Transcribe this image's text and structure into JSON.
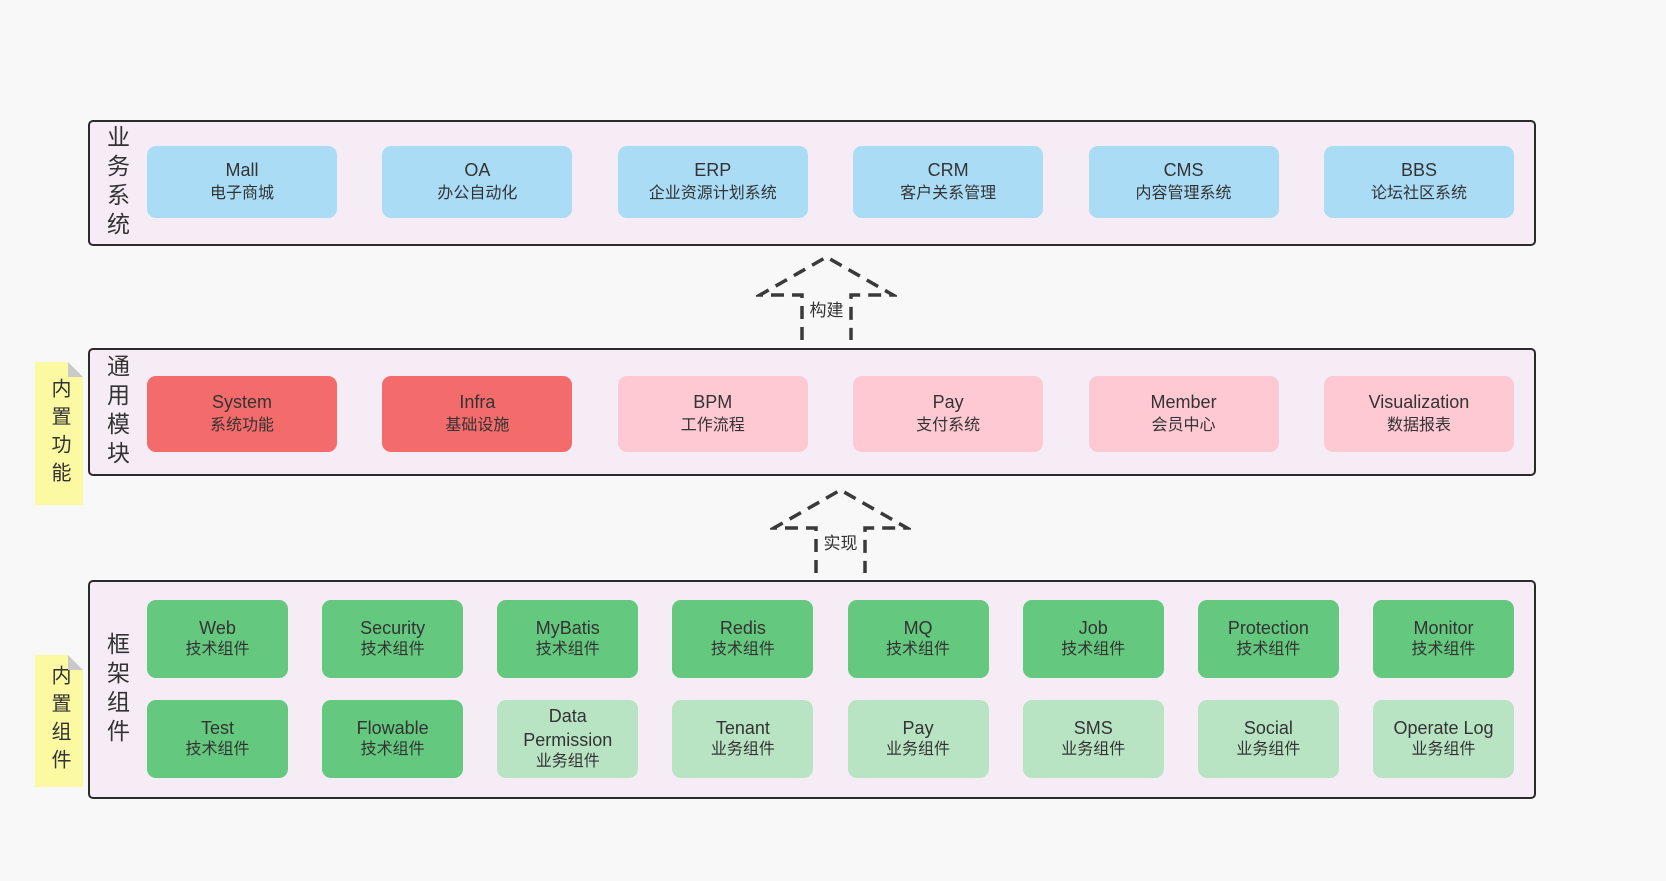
{
  "colors": {
    "page_bg": "#f8f8f8",
    "panel_bg": "#f6ecf5",
    "panel_border": "#2b2b2b",
    "blue": "#aadcf6",
    "red": "#f46b6b",
    "pink": "#fec9d3",
    "green": "#64c87e",
    "light_green": "#b9e4c4",
    "yellow_note": "#fbf9a2",
    "fold_gray": "#c9c9c9",
    "text": "#333333"
  },
  "arrows": [
    {
      "label": "构建"
    },
    {
      "label": "实现"
    }
  ],
  "sections": [
    {
      "label": "业务系统",
      "boxes": [
        {
          "title": "Mall",
          "subtitle": "电子商城",
          "variant": "blue"
        },
        {
          "title": "OA",
          "subtitle": "办公自动化",
          "variant": "blue"
        },
        {
          "title": "ERP",
          "subtitle": "企业资源计划系统",
          "variant": "blue"
        },
        {
          "title": "CRM",
          "subtitle": "客户关系管理",
          "variant": "blue"
        },
        {
          "title": "CMS",
          "subtitle": "内容管理系统",
          "variant": "blue"
        },
        {
          "title": "BBS",
          "subtitle": "论坛社区系统",
          "variant": "blue"
        }
      ]
    },
    {
      "label": "通用模块",
      "note": "内置功能",
      "boxes": [
        {
          "title": "System",
          "subtitle": "系统功能",
          "variant": "red"
        },
        {
          "title": "Infra",
          "subtitle": "基础设施",
          "variant": "red"
        },
        {
          "title": "BPM",
          "subtitle": "工作流程",
          "variant": "pink"
        },
        {
          "title": "Pay",
          "subtitle": "支付系统",
          "variant": "pink"
        },
        {
          "title": "Member",
          "subtitle": "会员中心",
          "variant": "pink"
        },
        {
          "title": "Visualization",
          "subtitle": "数据报表",
          "variant": "pink"
        }
      ]
    },
    {
      "label": "框架组件",
      "note": "内置组件",
      "rows": [
        [
          {
            "title": "Web",
            "subtitle": "技术组件",
            "variant": "green"
          },
          {
            "title": "Security",
            "subtitle": "技术组件",
            "variant": "green"
          },
          {
            "title": "MyBatis",
            "subtitle": "技术组件",
            "variant": "green"
          },
          {
            "title": "Redis",
            "subtitle": "技术组件",
            "variant": "green"
          },
          {
            "title": "MQ",
            "subtitle": "技术组件",
            "variant": "green"
          },
          {
            "title": "Job",
            "subtitle": "技术组件",
            "variant": "green"
          },
          {
            "title": "Protection",
            "subtitle": "技术组件",
            "variant": "green"
          },
          {
            "title": "Monitor",
            "subtitle": "技术组件",
            "variant": "green"
          }
        ],
        [
          {
            "title": "Test",
            "subtitle": "技术组件",
            "variant": "green"
          },
          {
            "title": "Flowable",
            "subtitle": "技术组件",
            "variant": "green"
          },
          {
            "title": "Data Permission",
            "subtitle": "业务组件",
            "variant": "lightgreen"
          },
          {
            "title": "Tenant",
            "subtitle": "业务组件",
            "variant": "lightgreen"
          },
          {
            "title": "Pay",
            "subtitle": "业务组件",
            "variant": "lightgreen"
          },
          {
            "title": "SMS",
            "subtitle": "业务组件",
            "variant": "lightgreen"
          },
          {
            "title": "Social",
            "subtitle": "业务组件",
            "variant": "lightgreen"
          },
          {
            "title": "Operate Log",
            "subtitle": "业务组件",
            "variant": "lightgreen"
          }
        ]
      ]
    }
  ]
}
